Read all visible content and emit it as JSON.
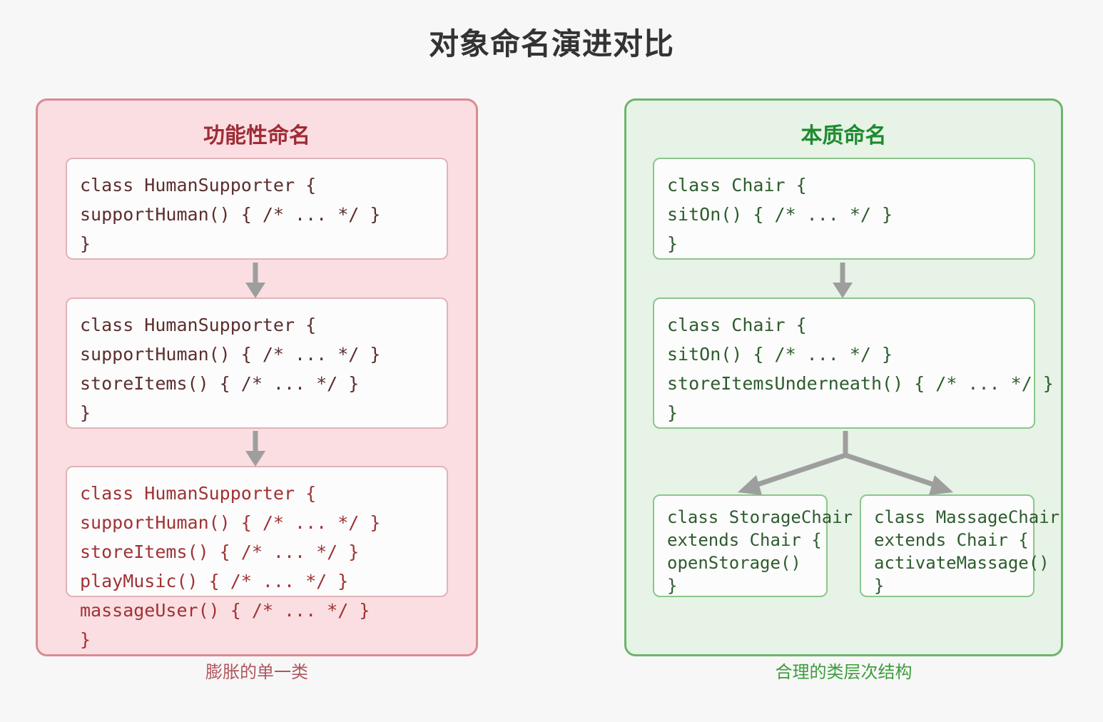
{
  "page": {
    "title": "对象命名演进对比",
    "background_color": "#f7f7f7",
    "title_color": "#333333"
  },
  "left_panel": {
    "title": "功能性命名",
    "caption": "膨胀的单一类",
    "background_color": "#fadee1",
    "border_color": "#d88b93",
    "title_color": "#9e2c36",
    "caption_color": "#b0565f",
    "stages": [
      {
        "name": "stage-1",
        "code": "class HumanSupporter {\nsupportHuman() { /* ... */ }\n}",
        "text_color": "#5c2e2e"
      },
      {
        "name": "stage-2",
        "code": "class HumanSupporter {\nsupportHuman() { /* ... */ }\nstoreItems() { /* ... */ }\n}",
        "text_color": "#5c2e2e"
      },
      {
        "name": "stage-3",
        "code": "class HumanSupporter {\nsupportHuman() { /* ... */ }\nstoreItems() { /* ... */ }\nplayMusic() { /* ... */ }\nmassageUser() { /* ... */ }\n}",
        "text_color": "#a03234"
      }
    ]
  },
  "right_panel": {
    "title": "本质命名",
    "caption": "合理的类层次结构",
    "background_color": "#e6f3e6",
    "border_color": "#6cb56c",
    "title_color": "#1f8a2f",
    "caption_color": "#3d9c3d",
    "stages": [
      {
        "name": "stage-1",
        "code": "class Chair {\nsitOn() { /* ... */ }\n}",
        "text_color": "#2e5c2e"
      },
      {
        "name": "stage-2",
        "code": "class Chair {\nsitOn() { /* ... */ }\nstoreItemsUnderneath() { /* ... */ }\n}",
        "text_color": "#2e5c2e"
      },
      {
        "name": "subclass-storage-chair",
        "code": "class StorageChair\nextends Chair {\nopenStorage()\n}",
        "text_color": "#2e5c2e"
      },
      {
        "name": "subclass-massage-chair",
        "code": "class MassageChair\nextends Chair {\nactivateMassage()\n}",
        "text_color": "#2e5c2e"
      }
    ]
  },
  "arrows": {
    "color": "#9e9e9e",
    "names": [
      "arrow-left-stage1-to-stage2",
      "arrow-left-stage2-to-stage3",
      "arrow-right-stage1-to-stage2",
      "arrow-right-branch-to-subclasses"
    ]
  }
}
